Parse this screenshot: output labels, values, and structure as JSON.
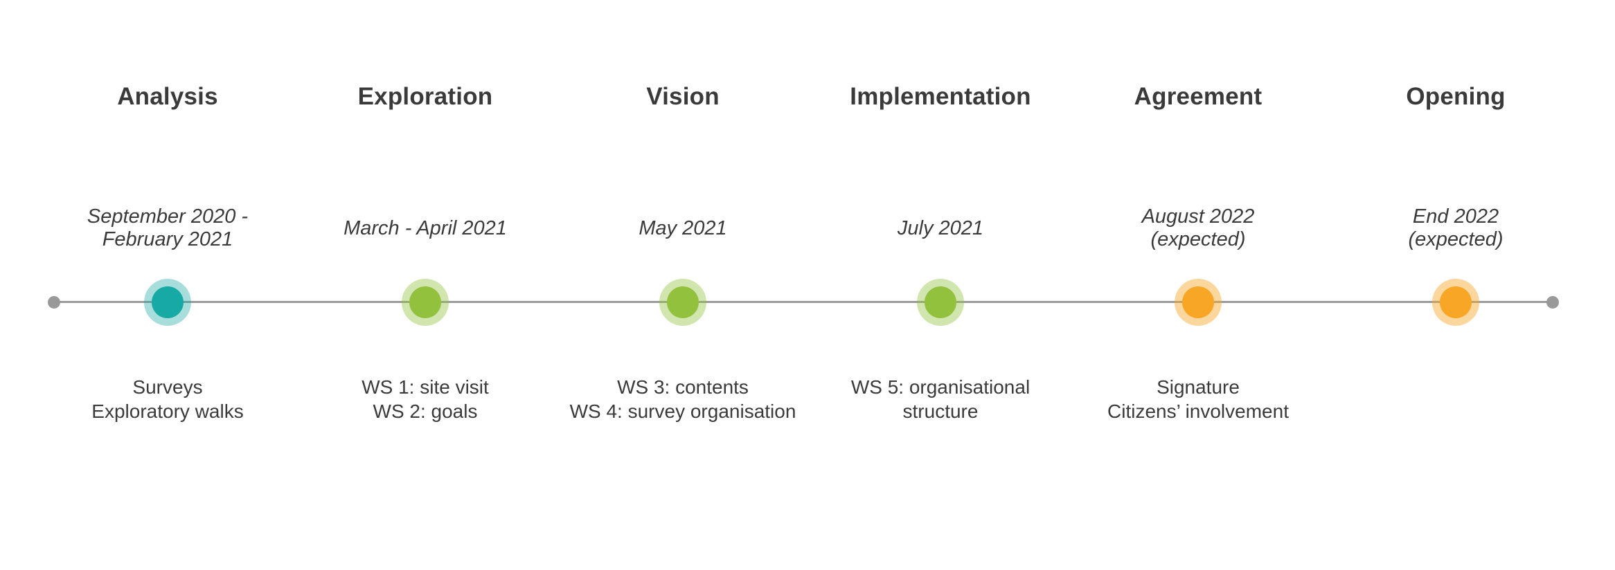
{
  "timeline": {
    "background_color": "#ffffff",
    "line_color": "#9b9b9b",
    "endpoint_color": "#999999",
    "text_color": "#3a3a3a",
    "phases": [
      {
        "title": "Analysis",
        "date": "September 2020 -\nFebruary 2021",
        "details": "Surveys\nExploratory walks",
        "dot_color": "#17a9a3",
        "halo_color": "rgba(23, 169, 163, 0.38)"
      },
      {
        "title": "Exploration",
        "date": "March - April 2021",
        "details": "WS 1: site visit\nWS 2: goals",
        "dot_color": "#92c13d",
        "halo_color": "rgba(146, 193, 61, 0.42)"
      },
      {
        "title": "Vision",
        "date": "May 2021",
        "details": "WS 3: contents\nWS 4: survey organisation",
        "dot_color": "#92c13d",
        "halo_color": "rgba(146, 193, 61, 0.42)"
      },
      {
        "title": "Implementation",
        "date": "July 2021",
        "details": "WS 5: organisational\nstructure",
        "dot_color": "#92c13d",
        "halo_color": "rgba(146, 193, 61, 0.42)"
      },
      {
        "title": "Agreement",
        "date": "August 2022\n(expected)",
        "details": "Signature\nCitizens’ involvement",
        "dot_color": "#f8a625",
        "halo_color": "rgba(248, 166, 37, 0.45)"
      },
      {
        "title": "Opening",
        "date": "End 2022\n(expected)",
        "details": "",
        "dot_color": "#f8a625",
        "halo_color": "rgba(248, 166, 37, 0.45)"
      }
    ]
  }
}
